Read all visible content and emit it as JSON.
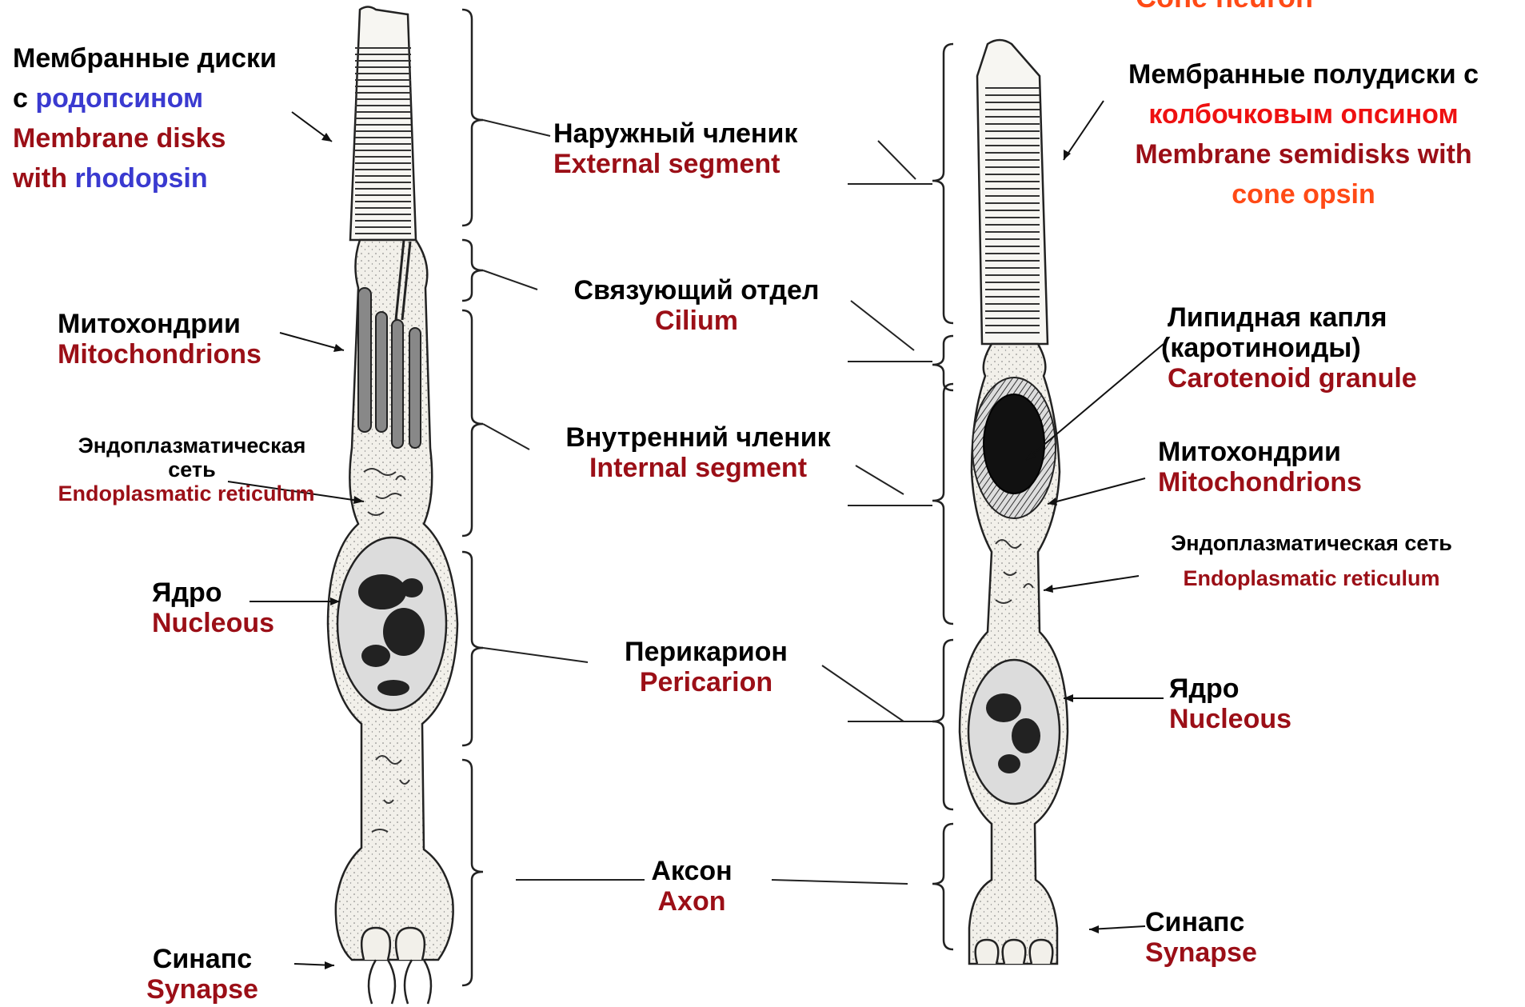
{
  "colors": {
    "black": "#000000",
    "dark_red": "#9b0f17",
    "blue": "#3a3ad0",
    "red": "#ee1111",
    "orange": "#ff4a16",
    "cell_fill": "#f2f0ea",
    "cell_stroke": "#222222"
  },
  "header_cut": "Cone neuron",
  "left_labels": {
    "disks": {
      "ru_1": "Мембранные диски",
      "ru_2_prefix": "с ",
      "ru_2_pigment": "родопсином",
      "en_1": "Membrane disks",
      "en_2_prefix": "with ",
      "en_2_pigment": "rhodopsin"
    },
    "mito": {
      "ru": "Митохондрии",
      "en": "Mitochondrions"
    },
    "er": {
      "ru_1": "Эндоплазматическая",
      "ru_2": "сеть",
      "en": "Endoplasmatic reticulum"
    },
    "nucleus": {
      "ru": "Ядро",
      "en": "Nucleous"
    },
    "synapse": {
      "ru": "Синапс",
      "en": "Synapse"
    }
  },
  "center_labels": {
    "outer": {
      "ru": "Наружный членик",
      "en": "External segment"
    },
    "cilium": {
      "ru": "Связующий отдел",
      "en": "Cilium"
    },
    "inner": {
      "ru": "Внутренний членик",
      "en": "Internal segment"
    },
    "pericaryon": {
      "ru": "Перикарион",
      "en": "Pericarion"
    },
    "axon": {
      "ru": "Аксон",
      "en": "Axon"
    }
  },
  "right_labels": {
    "semidisks": {
      "ru_1": "Мембранные полудиски с",
      "ru_2": "колбочковым опсином",
      "en_1": "Membrane semidisks with",
      "en_2": "cone opsin"
    },
    "lipid": {
      "ru_1": "Липидная капля",
      "ru_2": "(каротиноиды)",
      "en": "Carotenoid granule"
    },
    "mito": {
      "ru": "Митохондрии",
      "en": "Mitochondrions"
    },
    "er": {
      "ru": "Эндоплазматическая сеть",
      "en": "Endoplasmatic reticulum"
    },
    "nucleus": {
      "ru": "Ядро",
      "en": "Nucleous"
    },
    "synapse": {
      "ru": "Синапс",
      "en": "Synapse"
    }
  }
}
